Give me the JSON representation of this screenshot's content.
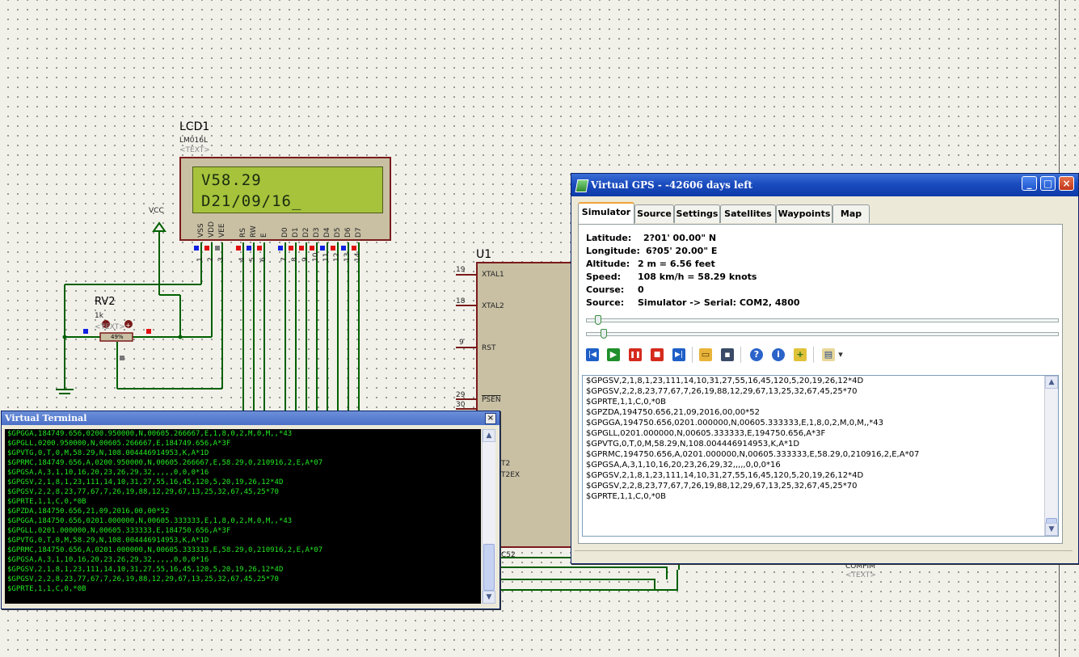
{
  "schematic": {
    "lcd": {
      "ref": "LCD1",
      "part": "LM016L",
      "text_placeholder": "<TEXT>",
      "line1": "V58.29",
      "line2": "D21/09/16_"
    },
    "lcd_pin_names": [
      "VSS",
      "VDD",
      "VEE",
      "RS",
      "RW",
      "E",
      "D0",
      "D1",
      "D2",
      "D3",
      "D4",
      "D5",
      "D6",
      "D7"
    ],
    "lcd_pin_numbers": [
      "1",
      "2",
      "3",
      "4",
      "5",
      "6",
      "7",
      "8",
      "9",
      "10",
      "11",
      "12",
      "13",
      "14"
    ],
    "vcc_label": "VCC",
    "rv2": {
      "ref": "RV2",
      "value": "1k",
      "text_placeholder": "<TEXT>",
      "percent": "49%"
    },
    "u1": {
      "ref": "U1",
      "pins": [
        {
          "num": "19",
          "name": "XTAL1"
        },
        {
          "num": "18",
          "name": "XTAL2"
        },
        {
          "num": "9",
          "name": "RST"
        },
        {
          "num": "29",
          "name": "PSEN"
        },
        {
          "num": "30",
          "name": ""
        }
      ],
      "partial_labels": [
        "T2",
        "T2EX",
        "C52"
      ]
    },
    "compim": {
      "label": "COMPIM",
      "text_placeholder": "<TEXT>"
    }
  },
  "virtual_terminal": {
    "title": "Virtual Terminal",
    "close_label": "×",
    "lines": [
      "$GPGGA,184749.656,0200.950000,N,00605.266667,E,1,8,0,2,M,0,M,,*43",
      "$GPGLL,0200.950000,N,00605.266667,E,184749.656,A*3F",
      "$GPVTG,0,T,0,M,58.29,N,108.004446914953,K,A*1D",
      "$GPRMC,184749.656,A,0200.950000,N,00605.266667,E,58.29,0,210916,2,E,A*07",
      "$GPGSA,A,3,1,10,16,20,23,26,29,32,,,,,0,0,0*16",
      "$GPGSV,2,1,8,1,23,111,14,10,31,27,55,16,45,120,5,20,19,26,12*4D",
      "$GPGSV,2,2,8,23,77,67,7,26,19,88,12,29,67,13,25,32,67,45,25*70",
      "$GPRTE,1,1,C,0,*0B",
      "$GPZDA,184750.656,21,09,2016,00,00*52",
      "$GPGGA,184750.656,0201.000000,N,00605.333333,E,1,8,0,2,M,0,M,,*43",
      "$GPGLL,0201.000000,N,00605.333333,E,184750.656,A*3F",
      "$GPVTG,0,T,0,M,58.29,N,108.004446914953,K,A*1D",
      "$GPRMC,184750.656,A,0201.000000,N,00605.333333,E,58.29,0,210916,2,E,A*07",
      "$GPGSA,A,3,1,10,16,20,23,26,29,32,,,,,0,0,0*16",
      "$GPGSV,2,1,8,1,23,111,14,10,31,27,55,16,45,120,5,20,19,26,12*4D",
      "$GPGSV,2,2,8,23,77,67,7,26,19,88,12,29,67,13,25,32,67,45,25*70",
      "$GPRTE,1,1,C,0,*0B"
    ]
  },
  "gps_window": {
    "title": "Virtual GPS - -42606 days left",
    "buttons": {
      "minimize": "_",
      "maximize": "□",
      "close": "×"
    },
    "tabs": [
      "Simulator",
      "Source",
      "Settings",
      "Satellites",
      "Waypoints",
      "Map"
    ],
    "active_tab": "Simulator",
    "info": [
      {
        "label": "Latitude:",
        "value": "2?01' 00.00\" N"
      },
      {
        "label": "Longitude:",
        "value": "6?05' 20.00\" E"
      },
      {
        "label": "Altitude:",
        "value": "2 m = 6.56 feet"
      },
      {
        "label": "Speed:",
        "value": "108 km/h = 58.29 knots"
      },
      {
        "label": "Course:",
        "value": "0"
      },
      {
        "label": "Source:",
        "value": "Simulator -> Serial: COM2, 4800"
      }
    ],
    "toolbar": {
      "first_glyph": "|◀",
      "play_glyph": "▶",
      "pause_glyph": "❚❚",
      "stop_glyph": "■",
      "last_glyph": "▶|",
      "open_glyph": "▭",
      "save_glyph": "▪",
      "help_glyph": "?",
      "info_glyph": "i",
      "add_glyph": "+",
      "options_glyph": "▤",
      "dropdown_glyph": "▾"
    },
    "log_lines": [
      "$GPGSV,2,1,8,1,23,111,14,10,31,27,55,16,45,120,5,20,19,26,12*4D",
      "$GPGSV,2,2,8,23,77,67,7,26,19,88,12,29,67,13,25,32,67,45,25*70",
      "$GPRTE,1,1,C,0,*0B",
      "",
      "$GPZDA,194750.656,21,09,2016,00,00*52",
      "$GPGGA,194750.656,0201.000000,N,00605.333333,E,1,8,0,2,M,0,M,,*43",
      "$GPGLL,0201.000000,N,00605.333333,E,194750.656,A*3F",
      "$GPVTG,0,T,0,M,58.29,N,108.004446914953,K,A*1D",
      "$GPRMC,194750.656,A,0201.000000,N,00605.333333,E,58.29,0,210916,2,E,A*07",
      "$GPGSA,A,3,1,10,16,20,23,26,29,32,,,,,0,0,0*16",
      "$GPGSV,2,1,8,1,23,111,14,10,31,27,55,16,45,120,5,20,19,26,12*4D",
      "$GPGSV,2,2,8,23,77,67,7,26,19,88,12,29,67,13,25,32,67,45,25*70",
      "$GPRTE,1,1,C,0,*0B"
    ],
    "scroll_up": "▲",
    "scroll_down": "▼"
  },
  "colors": {
    "wire": "#006000",
    "lcd_screen": "#a6c33b",
    "terminal_text": "#23e823",
    "pin_red": "#e01010",
    "pin_blue": "#1020e0",
    "titlebar": "#0d3aa8"
  }
}
